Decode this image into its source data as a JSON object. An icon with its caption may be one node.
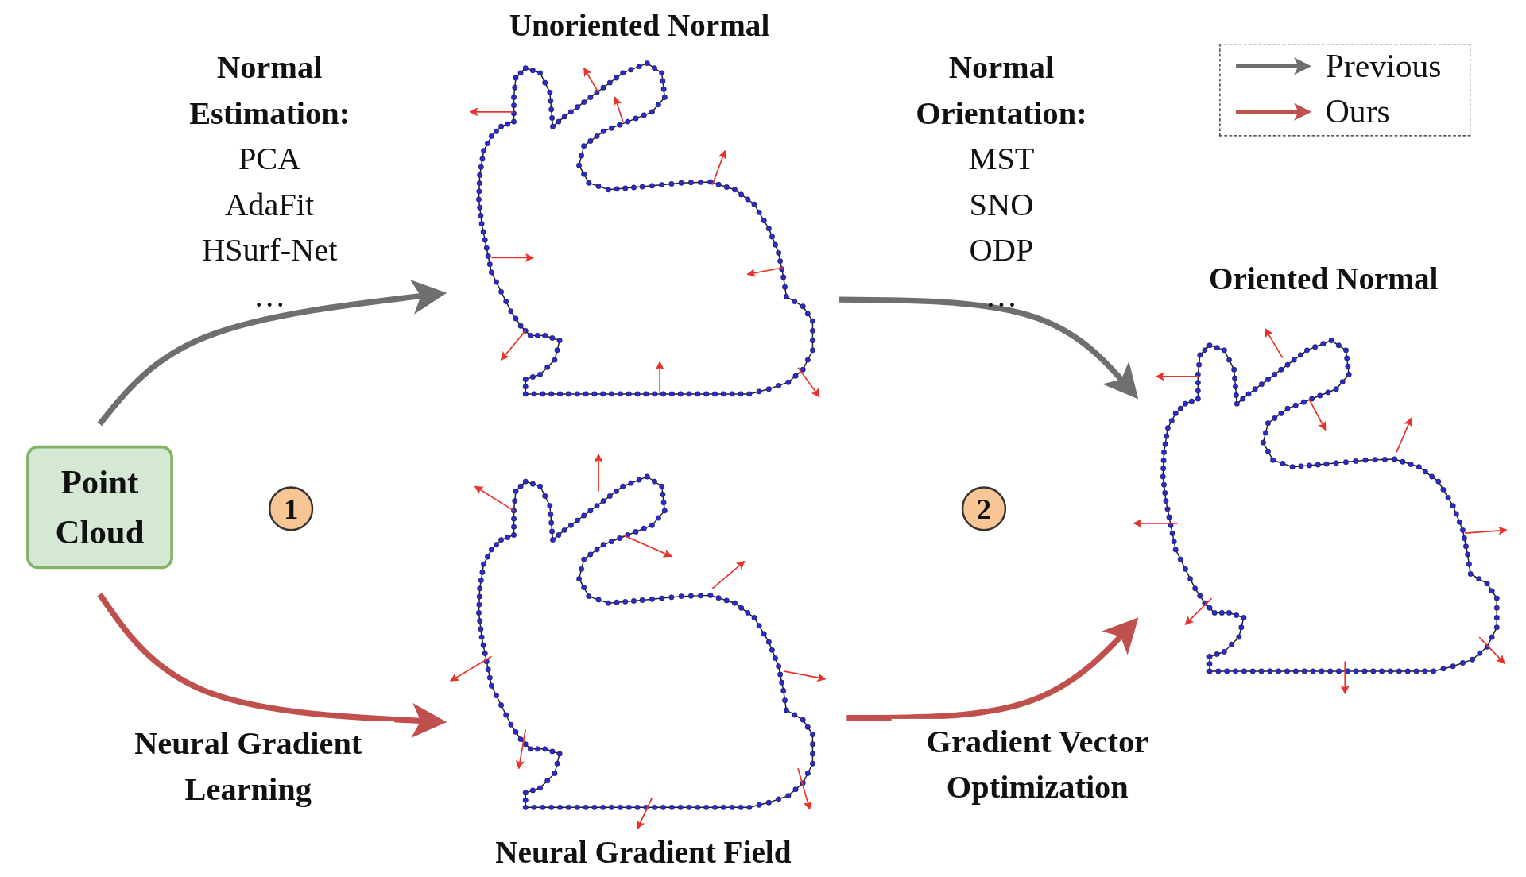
{
  "diagram": {
    "nodes": [
      {
        "text": [
          "Point Cloud"
        ]
      },
      {
        "text": [
          "Unoriented Normal"
        ]
      },
      {
        "text": [
          "Neural Gradient Field"
        ]
      },
      {
        "text": [
          "Oriented Normal"
        ]
      },
      {
        "text": [
          "1"
        ]
      },
      {
        "text": [
          "2"
        ]
      }
    ],
    "edges": [
      {
        "from": 0,
        "to": 1,
        "arrow": "to",
        "color": "#6f6f6f"
      },
      {
        "from": 1,
        "to": 3,
        "arrow": "to",
        "color": "#6f6f6f"
      },
      {
        "from": 0,
        "to": 2,
        "arrow": "to",
        "label": "Neural Gradient Learning",
        "color": "#c0504d"
      },
      {
        "from": 2,
        "to": 3,
        "arrow": "to",
        "label": "Gradient Vector Optimization",
        "color": "#c0504d"
      }
    ],
    "labels": [
      "Normal Estimation:",
      "PCA",
      "AdaFit",
      "HSurf-Net",
      "…",
      "Normal Orientation:",
      "MST",
      "SNO",
      "ODP",
      "…"
    ],
    "legend": [
      {
        "text": "Previous"
      },
      {
        "text": "Ours"
      }
    ]
  }
}
